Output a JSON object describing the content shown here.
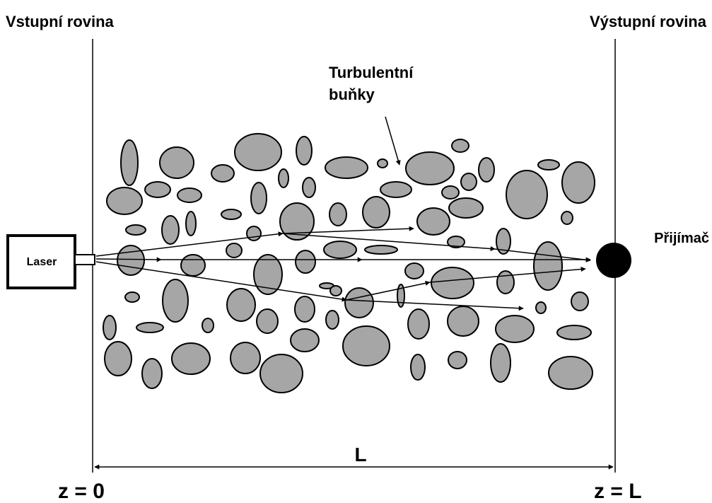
{
  "labels": {
    "input_plane": "Vstupní rovina",
    "output_plane": "Výstupní rovina",
    "cells_line1": "Turbulentní",
    "cells_line2": "buňky",
    "laser": "Laser",
    "receiver": "Přijímač",
    "length": "L",
    "z_start": "z = 0",
    "z_end": "z = L"
  },
  "colors": {
    "cell_fill": "#a6a6a6",
    "stroke": "#000000",
    "receiver_fill": "#000000",
    "background": "#ffffff"
  }
}
